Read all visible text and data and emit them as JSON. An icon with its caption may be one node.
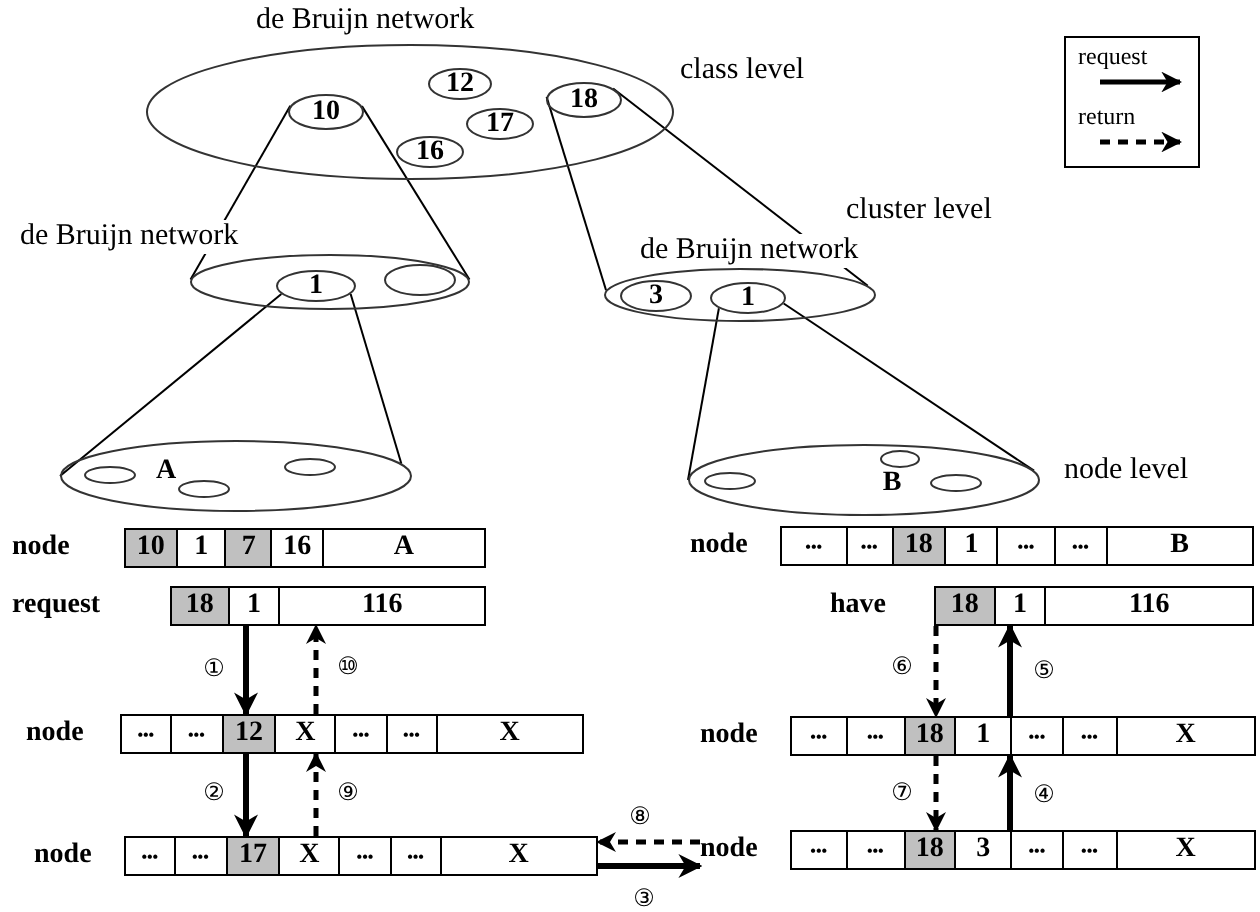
{
  "diagram": {
    "nodes": [
      {
        "text": [
          "de Bruijn network"
        ]
      },
      {
        "text": [
          "12"
        ],
        "in": 0
      },
      {
        "text": [
          "18"
        ],
        "in": 0
      },
      {
        "text": [
          "10"
        ],
        "in": 0
      },
      {
        "text": [
          "17"
        ],
        "in": 0
      },
      {
        "text": [
          "16"
        ],
        "in": 0
      },
      {
        "text": [
          "de Bruijn network"
        ]
      },
      {
        "text": [
          "1"
        ],
        "in": 6
      },
      {
        "text": [],
        "shape": "ellipse",
        "in": 6
      },
      {
        "text": [
          "de Bruijn network"
        ]
      },
      {
        "text": [
          "3"
        ],
        "in": 9
      },
      {
        "text": [
          "1"
        ],
        "in": 9
      },
      {
        "text": [
          "A"
        ]
      },
      {
        "text": [],
        "shape": "ellipse",
        "in": 12
      },
      {
        "text": [],
        "shape": "ellipse",
        "in": 12
      },
      {
        "text": [],
        "shape": "ellipse",
        "in": 12
      },
      {
        "text": [
          "B"
        ]
      },
      {
        "text": [],
        "shape": "ellipse",
        "in": 16
      },
      {
        "text": [],
        "shape": "ellipse",
        "in": 16
      },
      {
        "text": [],
        "shape": "ellipse",
        "in": 16
      },
      {
        "text": [
          "node",
          "10",
          "1",
          "7",
          "16",
          "A"
        ]
      },
      {
        "text": [
          "node",
          "•••",
          "•••",
          "18",
          "1",
          "•••",
          "•••",
          "B"
        ]
      },
      {
        "text": [
          "request",
          "18",
          "1",
          "116"
        ]
      },
      {
        "text": [
          "have",
          "18",
          "1",
          "116"
        ]
      },
      {
        "text": [
          "node",
          "•••",
          "•••",
          "12",
          "X",
          "•••",
          "•••",
          "X"
        ]
      },
      {
        "text": [
          "node",
          "•••",
          "•••",
          "18",
          "1",
          "•••",
          "•••",
          "X"
        ]
      },
      {
        "text": [
          "node",
          "•••",
          "•••",
          "17",
          "X",
          "•••",
          "•••",
          "X"
        ]
      },
      {
        "text": [
          "node",
          "•••",
          "•••",
          "18",
          "3",
          "•••",
          "•••",
          "X"
        ]
      }
    ],
    "edges": [
      {
        "from": 3,
        "to": 6,
        "arrow": "none"
      },
      {
        "from": 3,
        "to": 6,
        "arrow": "none"
      },
      {
        "from": 2,
        "to": 9,
        "arrow": "none"
      },
      {
        "from": 2,
        "to": 9,
        "arrow": "none"
      },
      {
        "from": 7,
        "to": 12,
        "arrow": "none"
      },
      {
        "from": 7,
        "to": 12,
        "arrow": "none"
      },
      {
        "from": 11,
        "to": 16,
        "arrow": "none"
      },
      {
        "from": 11,
        "to": 16,
        "arrow": "none"
      },
      {
        "from": 22,
        "to": 24,
        "arrow": "to",
        "label": "①"
      },
      {
        "from": 24,
        "to": 22,
        "arrow": "to",
        "label": "⑩",
        "style": "dashed"
      },
      {
        "from": 24,
        "to": 26,
        "arrow": "to",
        "label": "②"
      },
      {
        "from": 26,
        "to": 24,
        "arrow": "to",
        "label": "⑨",
        "style": "dashed"
      },
      {
        "from": 26,
        "to": 27,
        "arrow": "to",
        "label": "③"
      },
      {
        "from": 27,
        "to": 26,
        "arrow": "to",
        "label": "⑧",
        "style": "dashed"
      },
      {
        "from": 27,
        "to": 25,
        "arrow": "to",
        "label": "④"
      },
      {
        "from": 25,
        "to": 23,
        "arrow": "to",
        "label": "⑤"
      },
      {
        "from": 23,
        "to": 25,
        "arrow": "to",
        "label": "⑥",
        "style": "dashed"
      },
      {
        "from": 25,
        "to": 27,
        "arrow": "to",
        "label": "⑦",
        "style": "dashed"
      }
    ],
    "labels": [
      "class level",
      "cluster level",
      "node level"
    ],
    "legend": [
      {
        "text": "request"
      },
      {
        "text": "return"
      }
    ]
  }
}
